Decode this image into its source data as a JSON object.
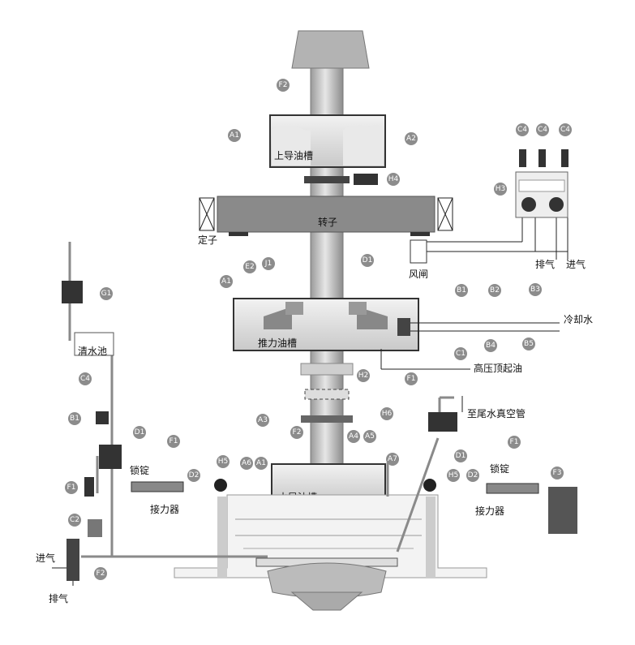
{
  "labels": {
    "upper_guide_tank": "上导油槽",
    "rotor": "转子",
    "stator": "定子",
    "thrust_tank": "推力油槽",
    "water_guide_tank": "水导油槽",
    "clean_pool": "清水池",
    "cooling_water": "冷却水",
    "high_pressure_oil": "高压顶起油",
    "tail_vacuum": "至尾水真空管",
    "damper": "风闸",
    "exhaust_right": "排气",
    "intake_right": "进气",
    "lock_left": "锁锭",
    "lock_right": "锁锭",
    "connector_left": "接力器",
    "connector_right": "接力器",
    "intake_left": "进气",
    "exhaust_left": "排气"
  },
  "tags": {
    "F2_top": "F2",
    "A1_top": "A1",
    "A2": "A2",
    "H4": "H4",
    "C4_a": "C4",
    "C4_b": "C4",
    "C4_c": "C4",
    "H3": "H3",
    "D1_mid": "D1",
    "J1": "J1",
    "A1_mid": "A1",
    "E2": "E2",
    "B1_right": "B1",
    "B2": "B2",
    "B3": "B3",
    "B4": "B4",
    "B5": "B5",
    "C1": "C1",
    "G1": "G1",
    "C4_left": "C4",
    "B1_left": "B1",
    "H2": "H2",
    "F1_mid": "F1",
    "H6": "H6",
    "A3": "A3",
    "F2_mid": "F2",
    "A4": "A4",
    "A5": "A5",
    "A6": "A6",
    "A1_low": "A1",
    "A7": "A7",
    "D1_left": "D1",
    "F1_left_top": "F1",
    "D2_left": "D2",
    "H5_left": "H5",
    "H5_right": "H5",
    "D1_right": "D1",
    "F1_right": "F1",
    "D2_right": "D2",
    "F3": "F3",
    "F1_left_low": "F1",
    "C2": "C2",
    "F2_low": "F2"
  },
  "colors": {
    "tag_fill": "#8c8c8c",
    "shaft": "#b8b8b8",
    "rotor": "#8a8a8a",
    "outline": "#3a3a3a"
  }
}
